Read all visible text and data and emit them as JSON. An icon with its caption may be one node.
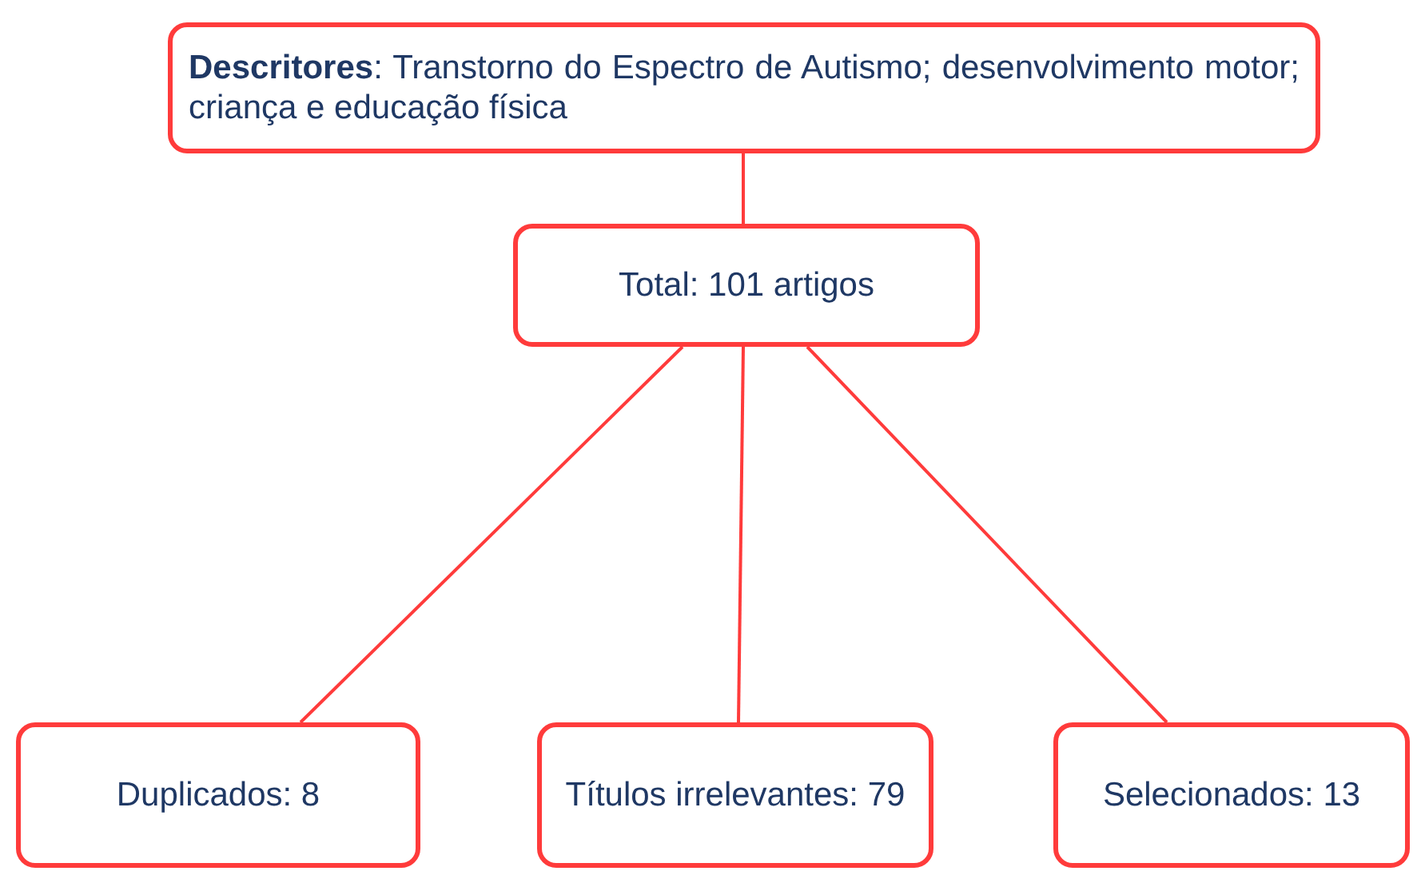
{
  "diagram": {
    "nodes": [
      {
        "text": [
          "**Descritores**: Transtorno do Espectro de Autismo; desenvolvimento motor; criança e educação física"
        ]
      },
      {
        "text": [
          "Total: 101 artigos"
        ]
      },
      {
        "text": [
          "Duplicados: 8"
        ]
      },
      {
        "text": [
          "Títulos irrelevantes: 79"
        ]
      },
      {
        "text": [
          "Selecionados: 13"
        ]
      }
    ],
    "edges": [
      {
        "from": 0,
        "to": 1,
        "arrow": "none"
      },
      {
        "from": 1,
        "to": 2,
        "arrow": "none"
      },
      {
        "from": 1,
        "to": 3,
        "arrow": "none"
      },
      {
        "from": 1,
        "to": 4,
        "arrow": "none"
      }
    ]
  }
}
